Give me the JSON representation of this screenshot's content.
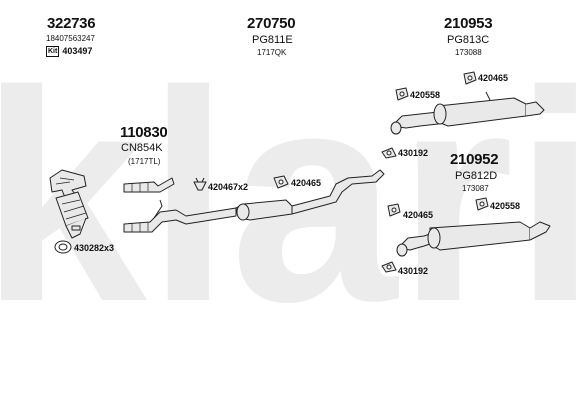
{
  "watermark": {
    "text": "klarius",
    "color": "#ececec"
  },
  "colors": {
    "stroke": "#222222",
    "pipe_fill": "#e9e9e9"
  },
  "groups": {
    "catalyst": {
      "number": "322736",
      "code": "18407563247",
      "kit_icon": "kit-icon",
      "kit_number": "403497"
    },
    "front_pipe": {
      "number": "110830",
      "ref": "CN854K",
      "sub": "(1717TL)"
    },
    "middle_silencer": {
      "number": "270750",
      "ref": "PG811E",
      "sub": "1717QK"
    },
    "rear_silencer_top": {
      "number": "210953",
      "ref": "PG813C",
      "sub": "173088"
    },
    "rear_silencer_bottom": {
      "number": "210952",
      "ref": "PG812D",
      "sub": "173087"
    }
  },
  "parts": {
    "gasket_catalyst": "430282x3",
    "clamp_middle": "420467x2",
    "hanger_middle": "420465",
    "hanger_top_a": "420465",
    "hanger_top_b": "420558",
    "clamp_top": "430192",
    "hanger_bottom_a": "420465",
    "hanger_bottom_b": "420558",
    "clamp_bottom": "430192"
  }
}
